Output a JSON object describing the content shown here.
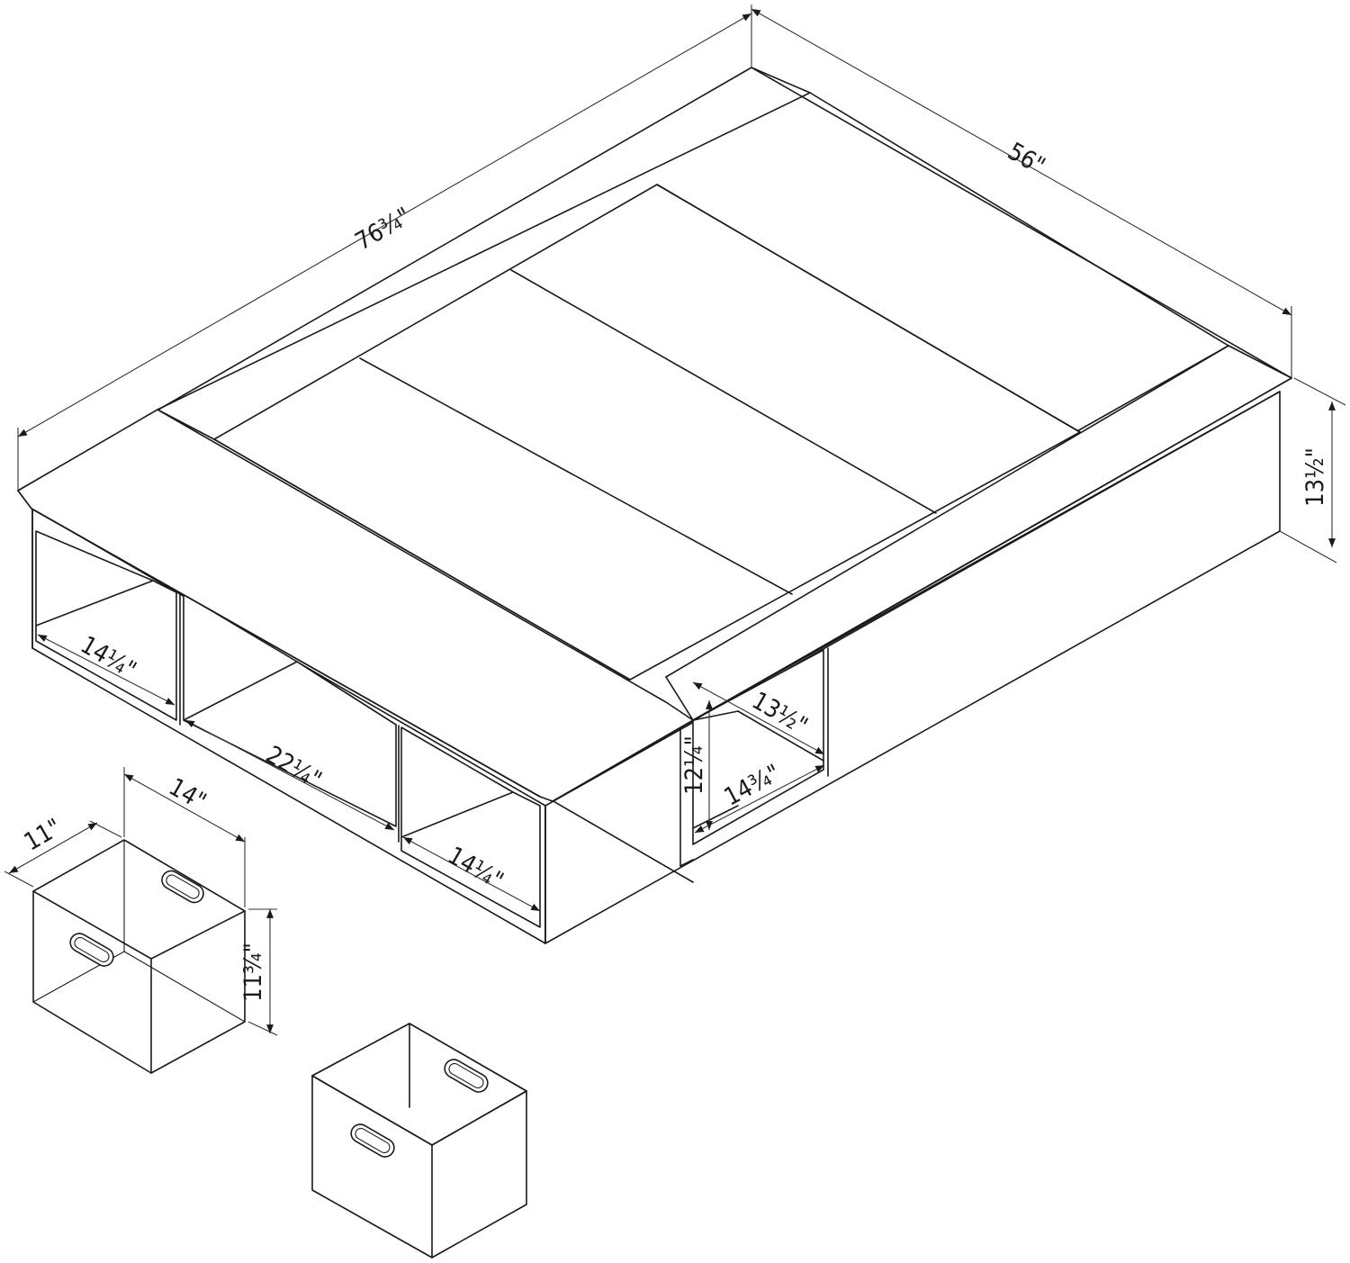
{
  "dimensions": {
    "bed_length": "76¾\"",
    "bed_width": "56\"",
    "bed_height": "13½\"",
    "cubby_left_end_width": "14¼\"",
    "cubby_middle_width": "22¼\"",
    "cubby_right_end_width": "14¼\"",
    "cubby_depth": "13½\"",
    "cubby_opening_height": "12¼\"",
    "cubby_opening_width": "14¾\"",
    "bin_width": "14\"",
    "bin_depth": "11\"",
    "bin_height": "11¾\""
  }
}
